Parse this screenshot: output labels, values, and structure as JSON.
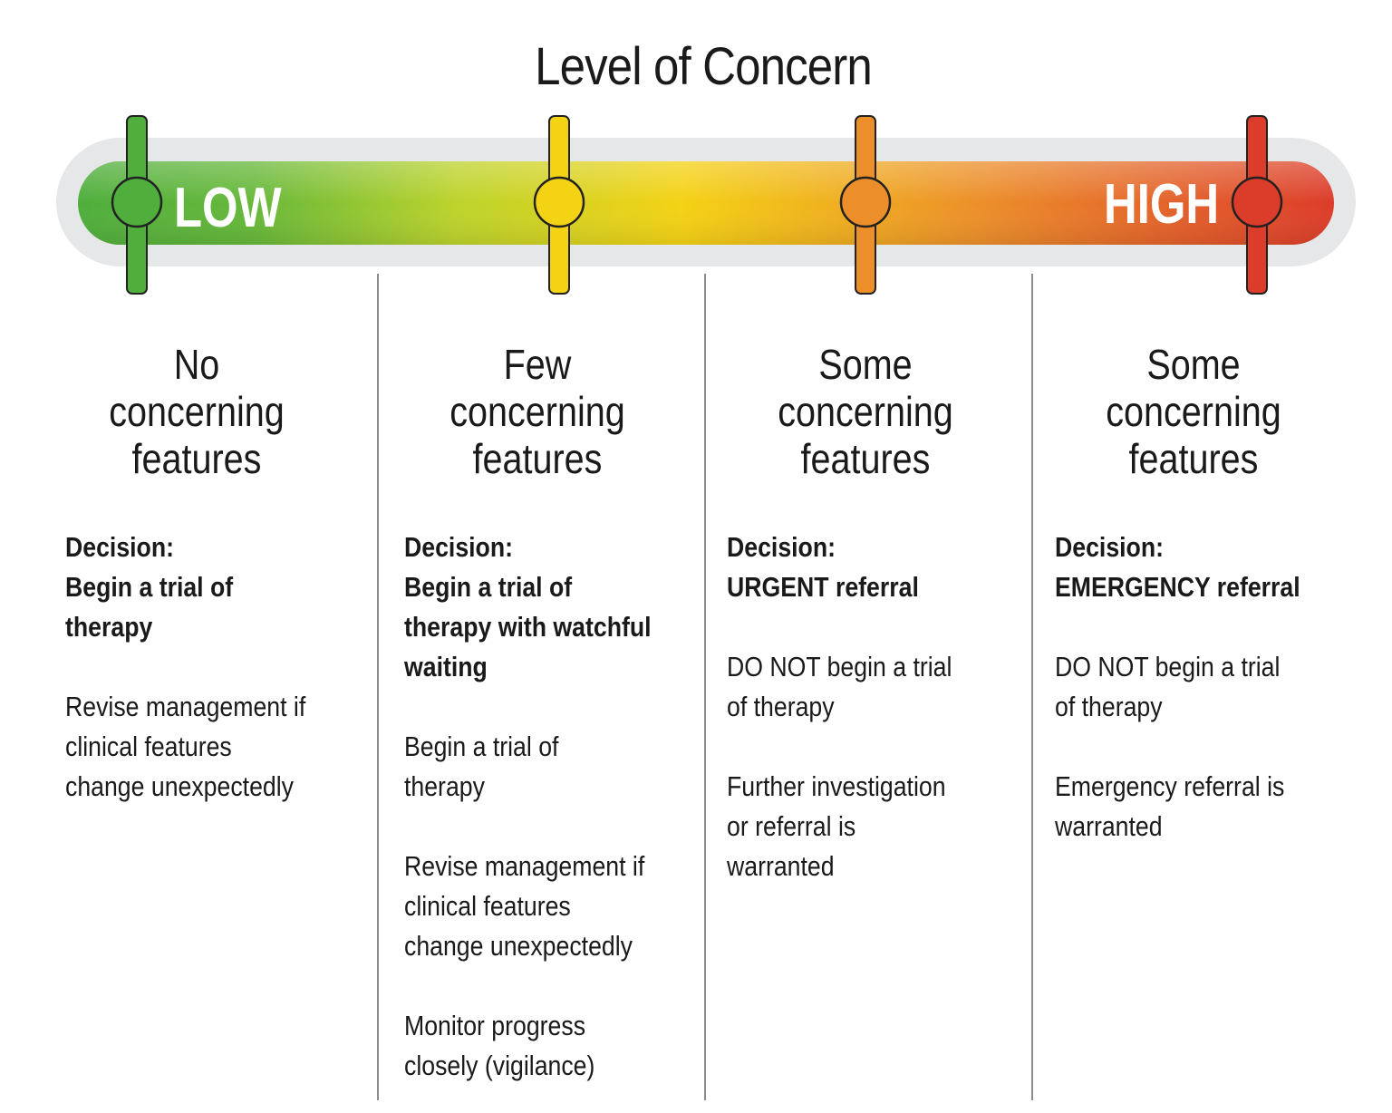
{
  "title": "Level of Concern",
  "scale": {
    "low_label": "LOW",
    "high_label": "HIGH",
    "colors": {
      "green": "#4fae3c",
      "yellow": "#f4d214",
      "orange": "#ec8e2a",
      "red": "#dc3c2a",
      "track": "#e6e7e8"
    }
  },
  "columns": [
    {
      "heading": [
        "No",
        "concerning",
        "features"
      ],
      "decision": [
        "Decision:",
        "Begin a trial of",
        "therapy"
      ],
      "notes": [
        [
          "Revise management if",
          "clinical features",
          "change unexpectedly"
        ]
      ]
    },
    {
      "heading": [
        "Few",
        "concerning",
        "features"
      ],
      "decision": [
        "Decision:",
        "Begin a trial of",
        "therapy with watchful",
        "waiting"
      ],
      "notes": [
        [
          "Begin a trial of",
          "therapy"
        ],
        [
          "Revise management if",
          "clinical features",
          "change unexpectedly"
        ],
        [
          "Monitor progress",
          "closely (vigilance)"
        ]
      ]
    },
    {
      "heading": [
        "Some",
        "concerning",
        "features"
      ],
      "decision": [
        "Decision:",
        "URGENT referral"
      ],
      "notes": [
        [
          "DO NOT begin a trial",
          "of therapy"
        ],
        [
          "Further investigation",
          "or referral is",
          "warranted"
        ]
      ]
    },
    {
      "heading": [
        "Some",
        "concerning",
        "features"
      ],
      "decision": [
        "Decision:",
        "EMERGENCY referral"
      ],
      "notes": [
        [
          "DO NOT begin a trial",
          "of therapy"
        ],
        [
          "Emergency referral is",
          "warranted"
        ]
      ]
    }
  ]
}
